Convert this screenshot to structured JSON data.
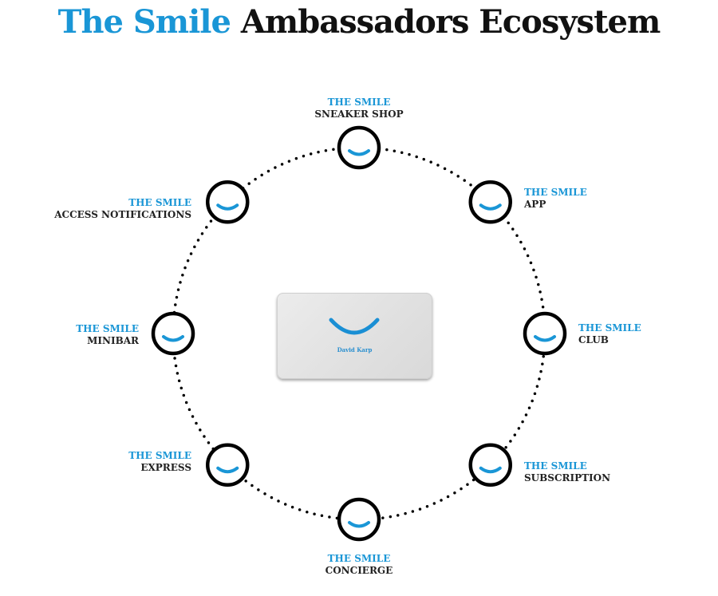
{
  "title": {
    "accent_text": "The Smile",
    "rest_text": "Ambassadors Ecosystem"
  },
  "colors": {
    "accent": "#1a96d6",
    "dark": "#111111",
    "ring": "#000000"
  },
  "center_card": {
    "name": "David Karp",
    "icon": "smile-icon"
  },
  "nodes": [
    {
      "id": "sneaker-shop",
      "line1": "THE SMILE",
      "line2": "SNEAKER SHOP",
      "position": "top"
    },
    {
      "id": "app",
      "line1": "THE SMILE",
      "line2": "APP",
      "position": "top-right"
    },
    {
      "id": "club",
      "line1": "THE SMILE",
      "line2": "CLUB",
      "position": "right"
    },
    {
      "id": "subscription",
      "line1": "THE SMILE",
      "line2": "SUBSCRIPTION",
      "position": "bottom-right"
    },
    {
      "id": "concierge",
      "line1": "THE SMILE",
      "line2": "CONCIERGE",
      "position": "bottom"
    },
    {
      "id": "express",
      "line1": "THE SMILE",
      "line2": "EXPRESS",
      "position": "bottom-left"
    },
    {
      "id": "minibar",
      "line1": "THE SMILE",
      "line2": "MINIBAR",
      "position": "left"
    },
    {
      "id": "access-notifications",
      "line1": "THE SMILE",
      "line2": "ACCESS NOTIFICATIONS",
      "position": "top-left"
    }
  ]
}
